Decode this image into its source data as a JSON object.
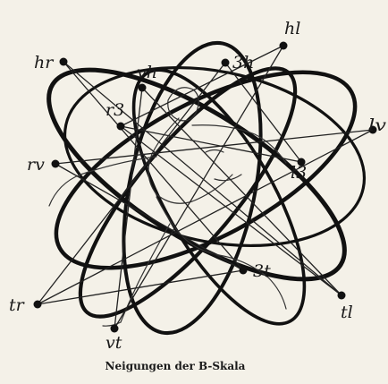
{
  "caption": "Neigungen der B-Skala",
  "points": [
    {
      "id": "hl",
      "label": "hl"
    },
    {
      "id": "hr",
      "label": "hr"
    },
    {
      "id": "3h",
      "label": "3h"
    },
    {
      "id": "vh",
      "label": "vh"
    },
    {
      "id": "r3",
      "label": "r3"
    },
    {
      "id": "rv",
      "label": "rv"
    },
    {
      "id": "lv",
      "label": "lv"
    },
    {
      "id": "l3",
      "label": "l3"
    },
    {
      "id": "3t",
      "label": "3t"
    },
    {
      "id": "tr",
      "label": "tr"
    },
    {
      "id": "tl",
      "label": "tl"
    },
    {
      "id": "vt",
      "label": "vt"
    }
  ],
  "connections": [
    [
      "hr",
      "tl"
    ],
    [
      "hr",
      "3t"
    ],
    [
      "hl",
      "vt"
    ],
    [
      "hl",
      "r3"
    ],
    [
      "3h",
      "tr"
    ],
    [
      "3h",
      "l3"
    ],
    [
      "vh",
      "tl"
    ],
    [
      "vh",
      "vt"
    ],
    [
      "r3",
      "l3"
    ],
    [
      "rv",
      "lv"
    ],
    [
      "rv",
      "3t"
    ],
    [
      "tr",
      "lv"
    ],
    [
      "tr",
      "3t"
    ],
    [
      "tl",
      "r3"
    ]
  ]
}
